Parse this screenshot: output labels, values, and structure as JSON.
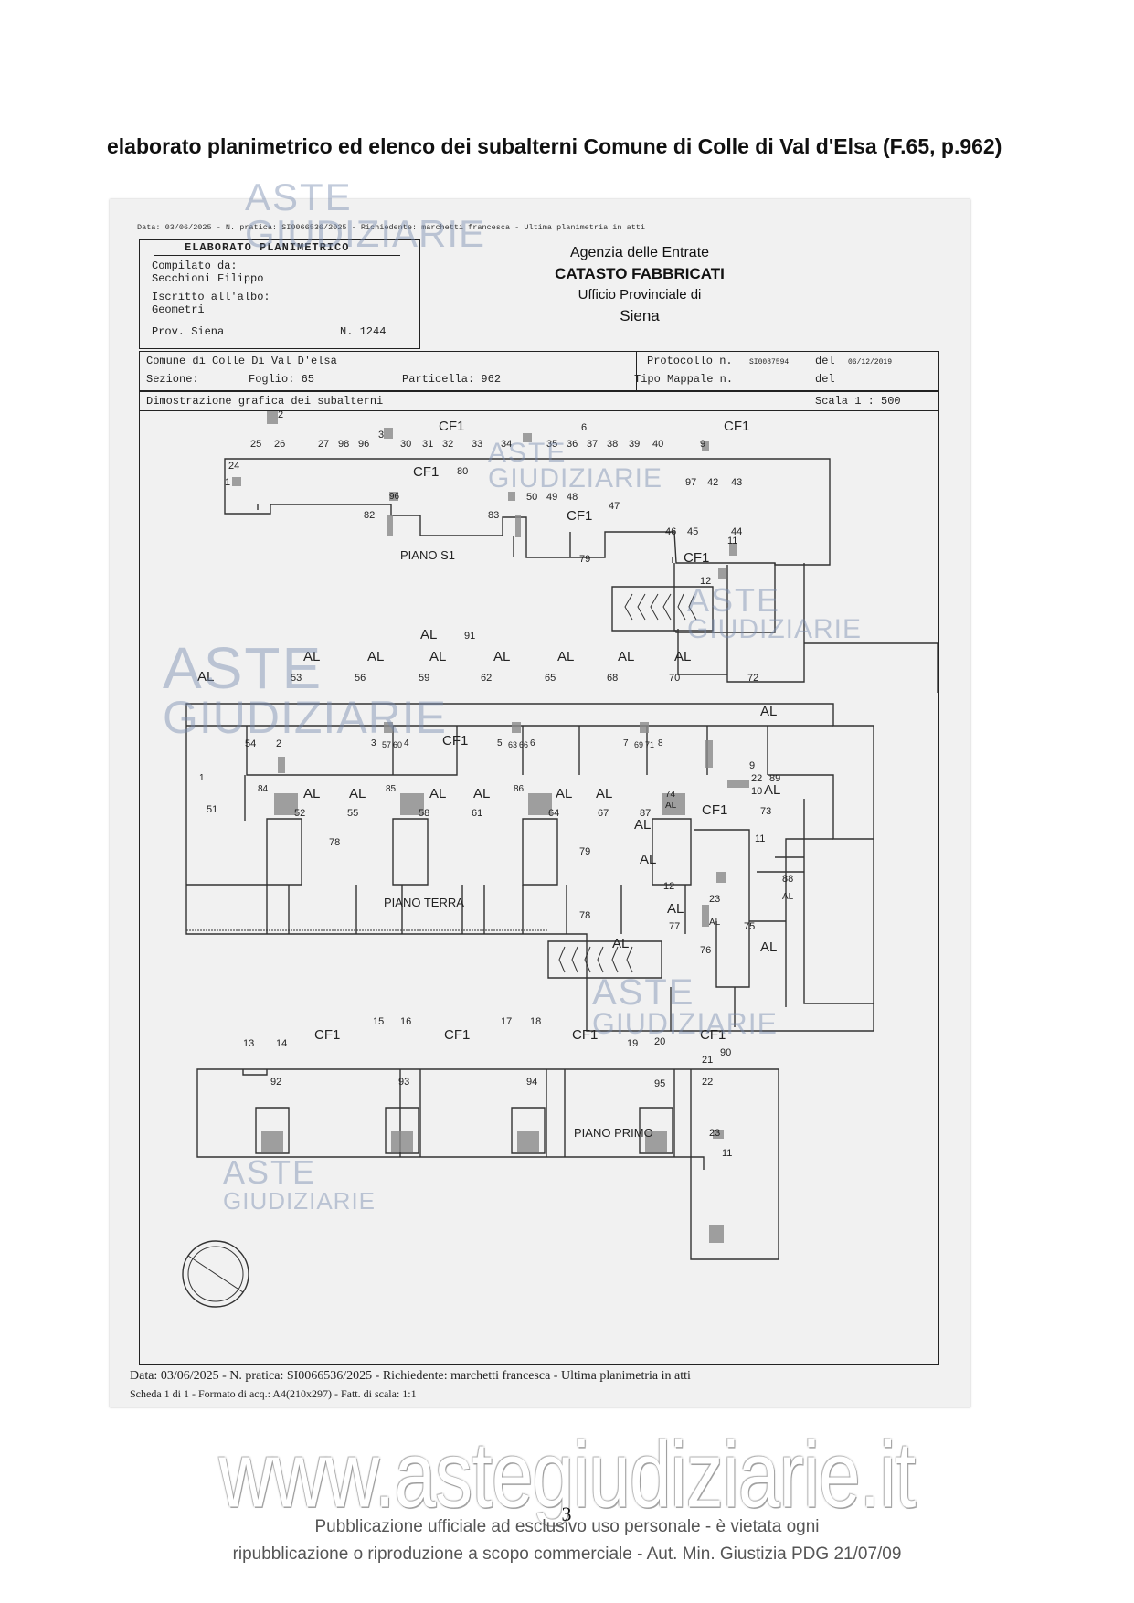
{
  "document": {
    "heading": "elaborato planimetrico ed elenco dei subalterni Comune di Colle di Val d'Elsa (F.65, p.962)"
  },
  "scan": {
    "top_line": "Data: 03/06/2025 - N. pratica: SI0066536/2025 - Richiedente: marchetti francesca - Ultima planimetria in atti",
    "title_box": {
      "title": "ELABORATO PLANIMETRICO",
      "compiled_label": "Compilato da:",
      "compiled_name": "Secchioni Filippo",
      "registered_label": "Iscritto all'albo:",
      "registered_value": "Geometri",
      "prov": "Prov. Siena",
      "number": "N. 1244"
    },
    "agency": {
      "line1": "Agenzia delle Entrate",
      "line2": "CATASTO FABBRICATI",
      "line3": "Ufficio Provinciale di",
      "line4": "Siena"
    },
    "info": {
      "comune": "Comune di Colle Di Val D'elsa",
      "sezione": "Sezione:",
      "foglio": "Foglio: 65",
      "particella": "Particella: 962",
      "protocollo_label": "Protocollo n.",
      "protocollo_value": "SI0087594",
      "del1_label": "del",
      "del1_value": "06/12/2019",
      "tipo_mappale": "Tipo Mappale n.",
      "del2_label": "del",
      "dimostrazione": "Dimostrazione grafica dei subalterni",
      "scala": "Scala 1 : 500"
    },
    "floors": {
      "s1": "PIANO S1",
      "terra": "PIANO TERRA",
      "primo": "PIANO PRIMO"
    },
    "footer": {
      "line1": "Data: 03/06/2025 - N. pratica: SI0066536/2025 - Richiedente: marchetti francesca - Ultima planimetria in atti",
      "line2": "Scheda 1 di 1 - Formato di acq.: A4(210x297) - Fatt. di scala: 1:1"
    }
  },
  "plan_labels": {
    "s1": [
      {
        "id": "s1-cf1-a",
        "text": "CF1"
      },
      {
        "id": "s1-cf1-b",
        "text": "CF1"
      },
      {
        "id": "s1-cf1-c",
        "text": "CF1"
      },
      {
        "id": "s1-cf1-d",
        "text": "CF1"
      },
      {
        "id": "s1-cf1-e",
        "text": "CF1"
      },
      {
        "id": "n2",
        "text": "2"
      },
      {
        "id": "n3",
        "text": "3"
      },
      {
        "id": "n6",
        "text": "6"
      },
      {
        "id": "n9",
        "text": "9"
      },
      {
        "id": "n25",
        "text": "25"
      },
      {
        "id": "n26",
        "text": "26"
      },
      {
        "id": "n27",
        "text": "27"
      },
      {
        "id": "n98a",
        "text": "98"
      },
      {
        "id": "n96a",
        "text": "96"
      },
      {
        "id": "n30",
        "text": "30"
      },
      {
        "id": "n31",
        "text": "31"
      },
      {
        "id": "n32",
        "text": "32"
      },
      {
        "id": "n33",
        "text": "33"
      },
      {
        "id": "n34",
        "text": "34"
      },
      {
        "id": "n35",
        "text": "35"
      },
      {
        "id": "n36",
        "text": "36"
      },
      {
        "id": "n37",
        "text": "37"
      },
      {
        "id": "n38",
        "text": "38"
      },
      {
        "id": "n39",
        "text": "39"
      },
      {
        "id": "n40",
        "text": "40"
      },
      {
        "id": "n24",
        "text": "24"
      },
      {
        "id": "n1",
        "text": "1"
      },
      {
        "id": "n80",
        "text": "80"
      },
      {
        "id": "n97",
        "text": "97"
      },
      {
        "id": "n42",
        "text": "42"
      },
      {
        "id": "n43",
        "text": "43"
      },
      {
        "id": "n96b",
        "text": "96"
      },
      {
        "id": "n50",
        "text": "50"
      },
      {
        "id": "n49",
        "text": "49"
      },
      {
        "id": "n48",
        "text": "48"
      },
      {
        "id": "n47",
        "text": "47"
      },
      {
        "id": "n82",
        "text": "82"
      },
      {
        "id": "n83",
        "text": "83"
      },
      {
        "id": "n46",
        "text": "46"
      },
      {
        "id": "n45",
        "text": "45"
      },
      {
        "id": "n44",
        "text": "44"
      },
      {
        "id": "n11",
        "text": "11"
      },
      {
        "id": "n79",
        "text": "79"
      },
      {
        "id": "n12",
        "text": "12"
      }
    ],
    "terra": [
      {
        "id": "t-al-top",
        "text": "AL"
      },
      {
        "id": "t91",
        "text": "91"
      },
      {
        "id": "t-al1",
        "text": "AL"
      },
      {
        "id": "t-al2",
        "text": "AL"
      },
      {
        "id": "t-al3",
        "text": "AL"
      },
      {
        "id": "t-al4",
        "text": "AL"
      },
      {
        "id": "t-al5",
        "text": "AL"
      },
      {
        "id": "t-al6",
        "text": "AL"
      },
      {
        "id": "t-al7",
        "text": "AL"
      },
      {
        "id": "t-al8",
        "text": "AL"
      },
      {
        "id": "t53",
        "text": "53"
      },
      {
        "id": "t56",
        "text": "56"
      },
      {
        "id": "t59",
        "text": "59"
      },
      {
        "id": "t62",
        "text": "62"
      },
      {
        "id": "t65",
        "text": "65"
      },
      {
        "id": "t68",
        "text": "68"
      },
      {
        "id": "t70",
        "text": "70"
      },
      {
        "id": "t72",
        "text": "72"
      },
      {
        "id": "t-al-r",
        "text": "AL"
      },
      {
        "id": "t-cf1",
        "text": "CF1"
      },
      {
        "id": "t54",
        "text": "54"
      },
      {
        "id": "t2",
        "text": "2"
      },
      {
        "id": "t3",
        "text": "3"
      },
      {
        "id": "t57",
        "text": "57"
      },
      {
        "id": "t60",
        "text": "60"
      },
      {
        "id": "t4",
        "text": "4"
      },
      {
        "id": "t5",
        "text": "5"
      },
      {
        "id": "t63",
        "text": "63"
      },
      {
        "id": "t66",
        "text": "66"
      },
      {
        "id": "t6",
        "text": "6"
      },
      {
        "id": "t7",
        "text": "7"
      },
      {
        "id": "t69",
        "text": "69"
      },
      {
        "id": "t71",
        "text": "71"
      },
      {
        "id": "t8",
        "text": "8"
      },
      {
        "id": "t1",
        "text": "1"
      },
      {
        "id": "t84",
        "text": "84"
      },
      {
        "id": "t85",
        "text": "85"
      },
      {
        "id": "t86",
        "text": "86"
      },
      {
        "id": "t9",
        "text": "9"
      },
      {
        "id": "t22",
        "text": "22"
      },
      {
        "id": "t89",
        "text": "89"
      },
      {
        "id": "t10",
        "text": "10"
      },
      {
        "id": "t-al-10",
        "text": "AL"
      },
      {
        "id": "t51",
        "text": "51"
      },
      {
        "id": "t-al9",
        "text": "AL"
      },
      {
        "id": "t52",
        "text": "52"
      },
      {
        "id": "t-al10",
        "text": "AL"
      },
      {
        "id": "t55",
        "text": "55"
      },
      {
        "id": "t-al11",
        "text": "AL"
      },
      {
        "id": "t58",
        "text": "58"
      },
      {
        "id": "t-al12",
        "text": "AL"
      },
      {
        "id": "t61",
        "text": "61"
      },
      {
        "id": "t-al13",
        "text": "AL"
      },
      {
        "id": "t64",
        "text": "64"
      },
      {
        "id": "t-al14",
        "text": "AL"
      },
      {
        "id": "t67",
        "text": "67"
      },
      {
        "id": "t87",
        "text": "87"
      },
      {
        "id": "t74",
        "text": "74"
      },
      {
        "id": "t-al-74",
        "text": "AL"
      },
      {
        "id": "t-cf1b",
        "text": "CF1"
      },
      {
        "id": "t73",
        "text": "73"
      },
      {
        "id": "t-al15",
        "text": "AL"
      },
      {
        "id": "t78a",
        "text": "78"
      },
      {
        "id": "t79",
        "text": "79"
      },
      {
        "id": "t-al16",
        "text": "AL"
      },
      {
        "id": "t11",
        "text": "11"
      },
      {
        "id": "t88",
        "text": "88"
      },
      {
        "id": "t-al-88",
        "text": "AL"
      },
      {
        "id": "t12",
        "text": "12"
      },
      {
        "id": "t23",
        "text": "23"
      },
      {
        "id": "t-al17",
        "text": "AL"
      },
      {
        "id": "t78b",
        "text": "78"
      },
      {
        "id": "t77",
        "text": "77"
      },
      {
        "id": "t-al-s",
        "text": "AL"
      },
      {
        "id": "t75",
        "text": "75"
      },
      {
        "id": "t-al18",
        "text": "AL"
      },
      {
        "id": "t76",
        "text": "76"
      },
      {
        "id": "t-al19",
        "text": "AL"
      }
    ],
    "primo": [
      {
        "id": "p-cf1a",
        "text": "CF1"
      },
      {
        "id": "p-cf1b",
        "text": "CF1"
      },
      {
        "id": "p-cf1c",
        "text": "CF1"
      },
      {
        "id": "p-cf1d",
        "text": "CF1"
      },
      {
        "id": "p13",
        "text": "13"
      },
      {
        "id": "p14",
        "text": "14"
      },
      {
        "id": "p15",
        "text": "15"
      },
      {
        "id": "p16",
        "text": "16"
      },
      {
        "id": "p17",
        "text": "17"
      },
      {
        "id": "p18",
        "text": "18"
      },
      {
        "id": "p19",
        "text": "19"
      },
      {
        "id": "p20",
        "text": "20"
      },
      {
        "id": "p21",
        "text": "21"
      },
      {
        "id": "p90",
        "text": "90"
      },
      {
        "id": "p22",
        "text": "22"
      },
      {
        "id": "p92",
        "text": "92"
      },
      {
        "id": "p93",
        "text": "93"
      },
      {
        "id": "p94",
        "text": "94"
      },
      {
        "id": "p95",
        "text": "95"
      },
      {
        "id": "p23",
        "text": "23"
      },
      {
        "id": "p11",
        "text": "11"
      }
    ]
  },
  "watermarks": {
    "brand_a": "ASTE",
    "brand_b": "GIUDIZIARIE",
    "site": "www.astegiudiziarie.it"
  },
  "page": {
    "number": "3",
    "notice_line1": "Pubblicazione ufficiale ad esclusivo uso personale - è vietata ogni",
    "notice_line2": "ripubblicazione o riproduzione a scopo commerciale - Aut. Min. Giustizia PDG 21/07/09"
  }
}
